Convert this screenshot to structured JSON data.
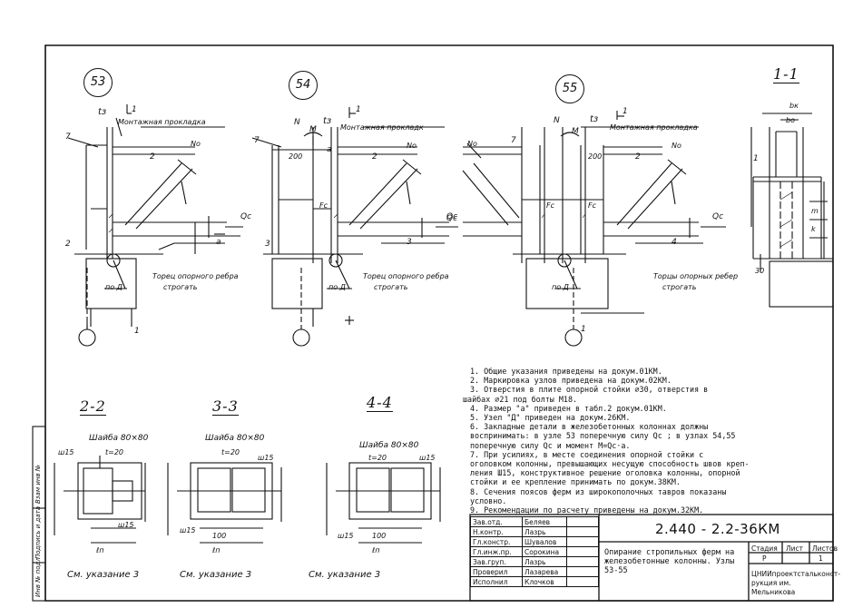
{
  "nodes": [
    {
      "id": "53"
    },
    {
      "id": "54"
    },
    {
      "id": "55"
    }
  ],
  "section_titles": {
    "s11": "1-1",
    "s22": "2-2",
    "s33": "3-3",
    "s44": "4-4"
  },
  "labels": {
    "montazh": "Монтажная прокладка",
    "montazh_54": "Монтажная прокладк",
    "montazh_55": "Монтажная прокладка",
    "torec": "Торец опорного ребра",
    "strogat": "строгать",
    "torcy": "Торцы опорных ребер",
    "po_d": "по Д",
    "shaiba_22": "Шайба 80×80",
    "shaiba_33": "Шайба 80×80",
    "shaiba_44": "Шайба 80×80",
    "t20": "t=20",
    "sh15": "ш15",
    "see_note": "См. указание 3",
    "dim200": "200",
    "dim100": "100",
    "dim30": "30",
    "sym_a": "a",
    "sym_N": "N",
    "sym_M": "M",
    "sym_Qc": "Qс",
    "sym_No": "No",
    "sym_Fc": "Fс",
    "sym_ts": "tз",
    "sym_l": "ℓп",
    "sym_7": "7",
    "sym_2": "2",
    "sym_1": "1",
    "sym_3": "3",
    "sym_4": "4",
    "sym_bk": "bк",
    "sym_bo": "bо",
    "sym_m": "m",
    "sym_k": "k"
  },
  "notes": [
    "1. Общие указания приведены на докум.01КМ.",
    "2. Маркировка узлов приведена на докум.02КМ.",
    "3. Отверстия в плите опорной стойки ⌀30, отверстия в",
    "шайбах ⌀21 под болты М18.",
    "4. Размер \"а\" приведен в табл.2 докум.01КМ.",
    "5. Узел \"Д\" приведен на докум.26КМ.",
    "6. Закладные детали в железобетонных колоннах должны",
    "воспринимать: в узле 53 поперечную силу Qс ; в узлах 54,55",
    "поперечную силу Qс и момент М=Qс·а.",
    "7. При усилиях, в месте соединения опорной стойки с",
    "оголовком колонны, превышающих несущую способность швов креп-",
    "ления Ш15, конструктивное решение оголовка колонны, опорной",
    "стойки и ее крепление принимать по докум.38КМ.",
    "8. Сечения поясов ферм из широкополочных тавров показаны",
    "условно.",
    "9. Рекомендации по расчету приведены на докум.32КМ."
  ],
  "title_block": {
    "doc_code": "2.440 - 2.2-36КМ",
    "title": "Опирание стропильных ферм на железобетонные колонны. Узлы 53-55",
    "stage_h": "Стадия",
    "sheet_h": "Лист",
    "sheets_h": "Листов",
    "stage": "Р",
    "sheets": "1",
    "org": "ЦНИИпроектстальконст-рукция им. Мельникова",
    "staff": [
      {
        "role": "Зав.отд.",
        "name": "Беляев"
      },
      {
        "role": "Н.контр.",
        "name": "Лазрь"
      },
      {
        "role": "Гл.констр.",
        "name": "Шувалов"
      },
      {
        "role": "Гл.инж.пр.",
        "name": "Сорокина"
      },
      {
        "role": "Зав.груп.",
        "name": "Лазрь"
      },
      {
        "role": "Проверил",
        "name": "Лазарева"
      },
      {
        "role": "Исполнил",
        "name": "Клочков"
      }
    ]
  },
  "side_stamp": {
    "inv": "Инв № подл",
    "sign": "Подпись и дата",
    "vzam": "Взам инв №"
  }
}
